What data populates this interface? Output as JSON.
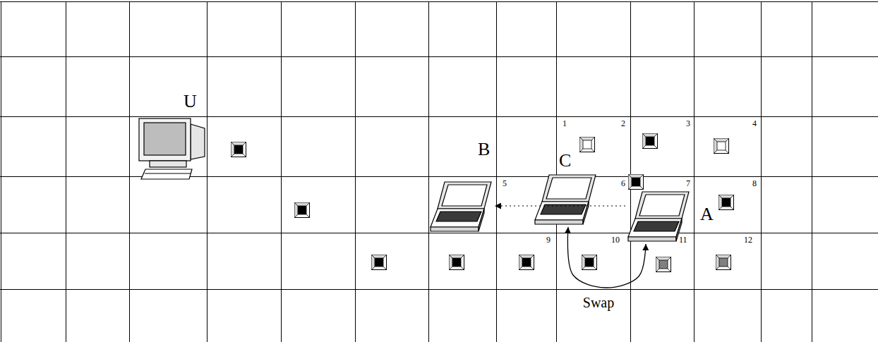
{
  "diagram": {
    "nodes": [
      {
        "text": [
          "U"
        ]
      },
      {
        "text": [
          "B"
        ]
      },
      {
        "text": [
          "C"
        ]
      },
      {
        "text": [
          "A"
        ]
      }
    ],
    "edges": [
      {
        "from": 3,
        "to": 1,
        "arrow": "to"
      },
      {
        "from": 2,
        "to": 3,
        "label": "Swap",
        "arrow": "both"
      }
    ],
    "labels": [
      "1",
      "2",
      "3",
      "4",
      "5",
      "6",
      "7",
      "8",
      "9",
      "10",
      "11",
      "12"
    ]
  }
}
